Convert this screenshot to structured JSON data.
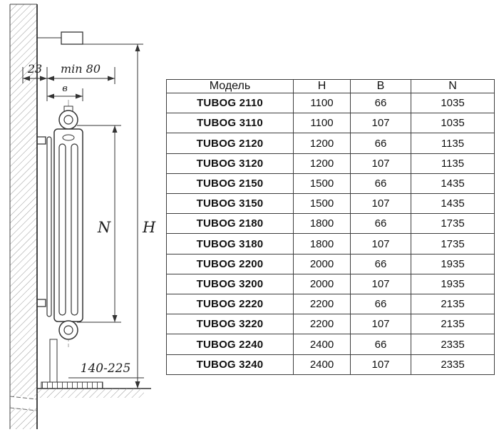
{
  "diagram": {
    "dim_23": "23",
    "dim_min80": "min 80",
    "dim_b": "в",
    "dim_n": "N",
    "dim_h": "H",
    "dim_bracket": "140-225"
  },
  "table": {
    "headers": [
      "Модель",
      "H",
      "B",
      "N"
    ],
    "rows": [
      [
        "TUBOG 2110",
        "1100",
        "66",
        "1035"
      ],
      [
        "TUBOG 3110",
        "1100",
        "107",
        "1035"
      ],
      [
        "TUBOG 2120",
        "1200",
        "66",
        "1135"
      ],
      [
        "TUBOG 3120",
        "1200",
        "107",
        "1135"
      ],
      [
        "TUBOG 2150",
        "1500",
        "66",
        "1435"
      ],
      [
        "TUBOG 3150",
        "1500",
        "107",
        "1435"
      ],
      [
        "TUBOG 2180",
        "1800",
        "66",
        "1735"
      ],
      [
        "TUBOG 3180",
        "1800",
        "107",
        "1735"
      ],
      [
        "TUBOG 2200",
        "2000",
        "66",
        "1935"
      ],
      [
        "TUBOG 3200",
        "2000",
        "107",
        "1935"
      ],
      [
        "TUBOG 2220",
        "2200",
        "66",
        "2135"
      ],
      [
        "TUBOG 3220",
        "2200",
        "107",
        "2135"
      ],
      [
        "TUBOG 2240",
        "2400",
        "66",
        "2335"
      ],
      [
        "TUBOG 3240",
        "2400",
        "107",
        "2335"
      ]
    ]
  }
}
